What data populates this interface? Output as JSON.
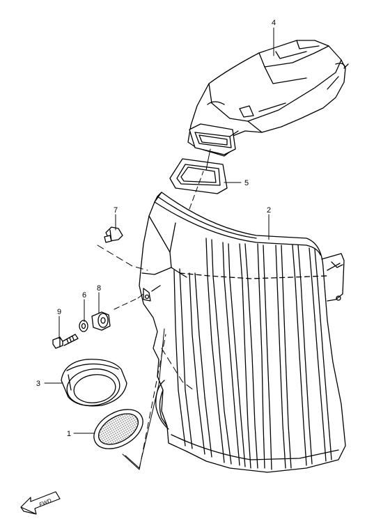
{
  "callouts": [
    {
      "id": "4",
      "label": "4"
    },
    {
      "id": "5",
      "label": "5"
    },
    {
      "id": "2",
      "label": "2"
    },
    {
      "id": "7",
      "label": "7"
    },
    {
      "id": "6",
      "label": "6"
    },
    {
      "id": "8",
      "label": "8"
    },
    {
      "id": "9",
      "label": "9"
    },
    {
      "id": "3",
      "label": "3"
    },
    {
      "id": "1",
      "label": "1"
    }
  ],
  "direction_arrow": {
    "label": "FWD"
  },
  "colors": {
    "line": "#000000",
    "background": "#ffffff",
    "mesh": "#9a9a9a"
  }
}
